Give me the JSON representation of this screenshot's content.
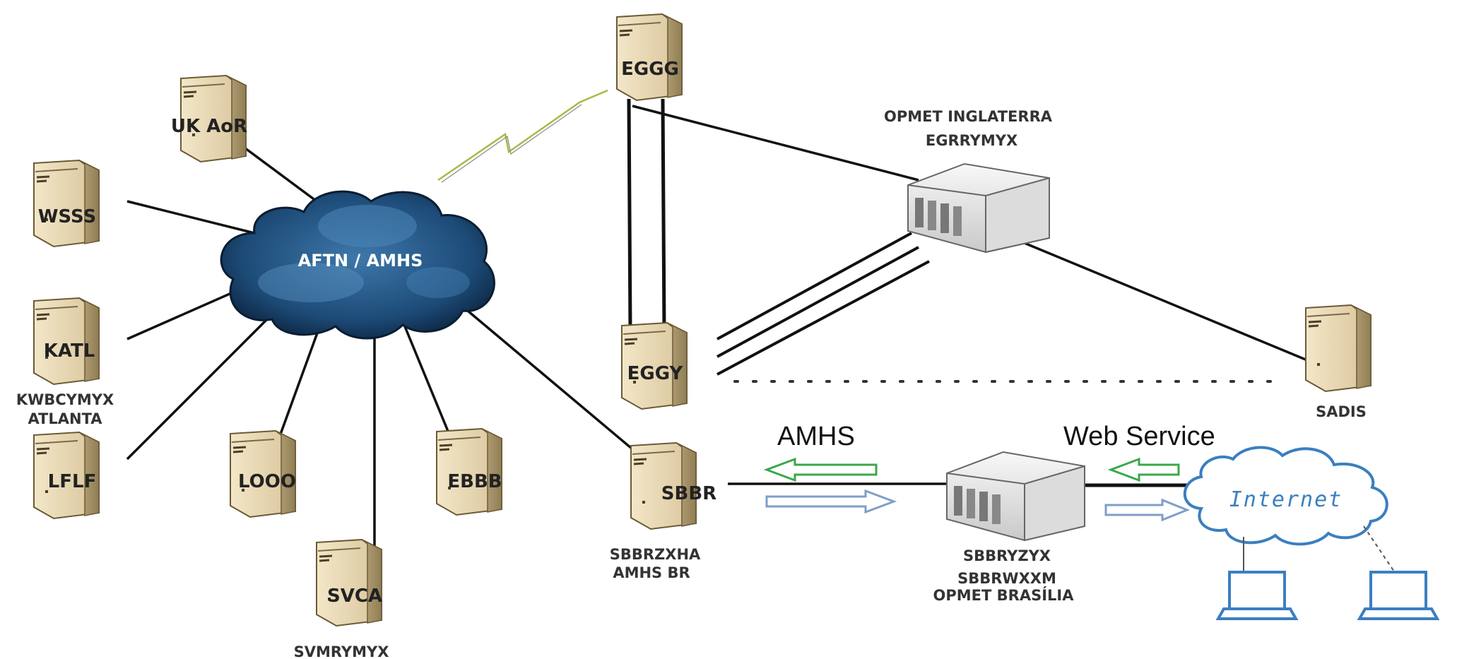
{
  "network_cloud": {
    "label": "AFTN / AMHS"
  },
  "internet_cloud": {
    "label": "Internet"
  },
  "servers": {
    "uk_aor": {
      "label": "UK AoR"
    },
    "wsss": {
      "label": "WSSS"
    },
    "katl": {
      "label": "KATL",
      "caption_line1": "KWBCYMYX",
      "caption_line2": "ATLANTA"
    },
    "lflf": {
      "label": "LFLF"
    },
    "looo": {
      "label": "LOOO"
    },
    "svca": {
      "label": "SVCA",
      "caption_line1": "SVMRYMYX"
    },
    "ebbb": {
      "label": "EBBB"
    },
    "sbbr": {
      "label": "SBBR",
      "caption_line1": "SBBRZXHA",
      "caption_line2": "AMHS BR"
    },
    "eggg": {
      "label": "EGGG"
    },
    "eggy": {
      "label": "EGGY"
    },
    "sadis": {
      "caption_line1": "SADIS"
    }
  },
  "opmet_inglaterra": {
    "line1": "OPMET INGLATERRA",
    "line2": "EGRRYMYX"
  },
  "opmet_brasilia": {
    "line1": "SBBRYZYX",
    "line2": "SBBRWXXM",
    "line3": "OPMET BRASÍLIA"
  },
  "flows": {
    "amhs_label": "AMHS",
    "web_service_label": "Web Service"
  },
  "colors": {
    "cloud": "#1f4f7a",
    "internet": "#3a7fc0",
    "arrow_green": "#39a84a",
    "arrow_blue": "#7f9ec8"
  }
}
